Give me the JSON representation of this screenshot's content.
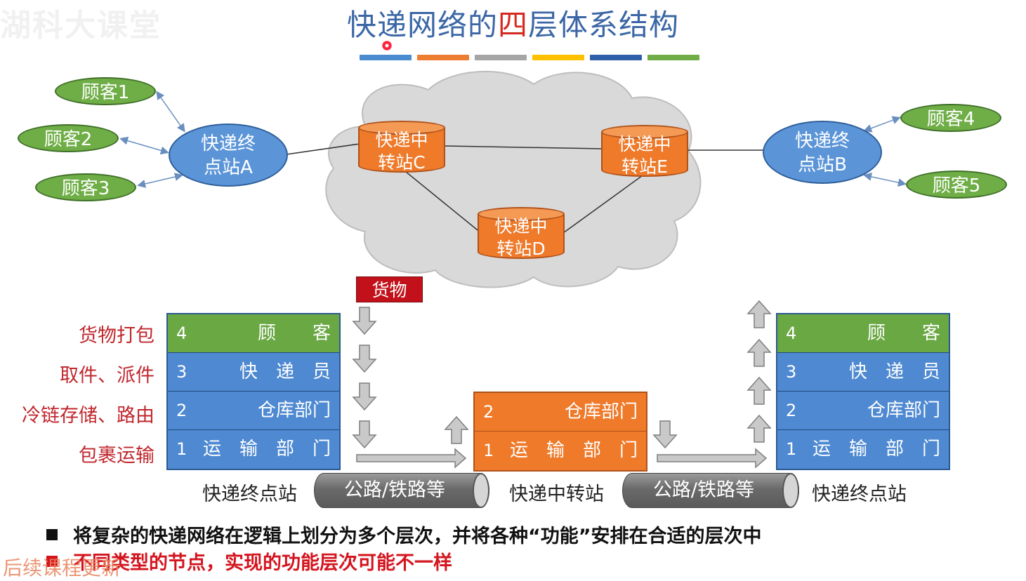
{
  "title": {
    "before": "快递网络的",
    "highlight": "四",
    "after": "层体系结构"
  },
  "title_bar_colors": [
    "#4b8bd0",
    "#ed7d31",
    "#a5a5a5",
    "#ffc000",
    "#2f5fa8",
    "#70ad47"
  ],
  "customers": [
    "顾客1",
    "顾客2",
    "顾客3",
    "顾客4",
    "顾客5"
  ],
  "terminal_a": {
    "line1": "快递终",
    "line2": "点站A"
  },
  "terminal_b": {
    "line1": "快递终",
    "line2": "点站B"
  },
  "transfer_c": {
    "line1": "快递中",
    "line2": "转站C"
  },
  "transfer_d": {
    "line1": "快递中",
    "line2": "转站D"
  },
  "transfer_e": {
    "line1": "快递中",
    "line2": "转站E"
  },
  "goods_label": "货物",
  "functions": [
    "货物打包",
    "取件、派件",
    "冷链存储、路由",
    "包裹运输"
  ],
  "left_stack": [
    {
      "num": "4",
      "name": "顾　　客"
    },
    {
      "num": "3",
      "name": "快　递　员"
    },
    {
      "num": "2",
      "name": "仓库部门"
    },
    {
      "num": "1",
      "name": "运　输　部　门"
    }
  ],
  "middle_stack": [
    {
      "num": "2",
      "name": "仓库部门"
    },
    {
      "num": "1",
      "name": "运　输　部　门"
    }
  ],
  "right_stack": [
    {
      "num": "4",
      "name": "顾　　客"
    },
    {
      "num": "3",
      "name": "快　递　员"
    },
    {
      "num": "2",
      "name": "仓库部门"
    },
    {
      "num": "1",
      "name": "运　输　部　门"
    }
  ],
  "captions": {
    "left": "快递终点站",
    "middle": "快递中转站",
    "right": "快递终点站"
  },
  "roads": {
    "left": "公路/铁路等",
    "right": "公路/铁路等"
  },
  "bullets": [
    "将复杂的快递网络在逻辑上划分为多个层次，并将各种“功能”安排在合适的层次中",
    "不同类型的节点，实现的功能层次可能不一样"
  ],
  "watermark_top": "湖科大课堂",
  "watermark_bottom": "后续课程更新"
}
